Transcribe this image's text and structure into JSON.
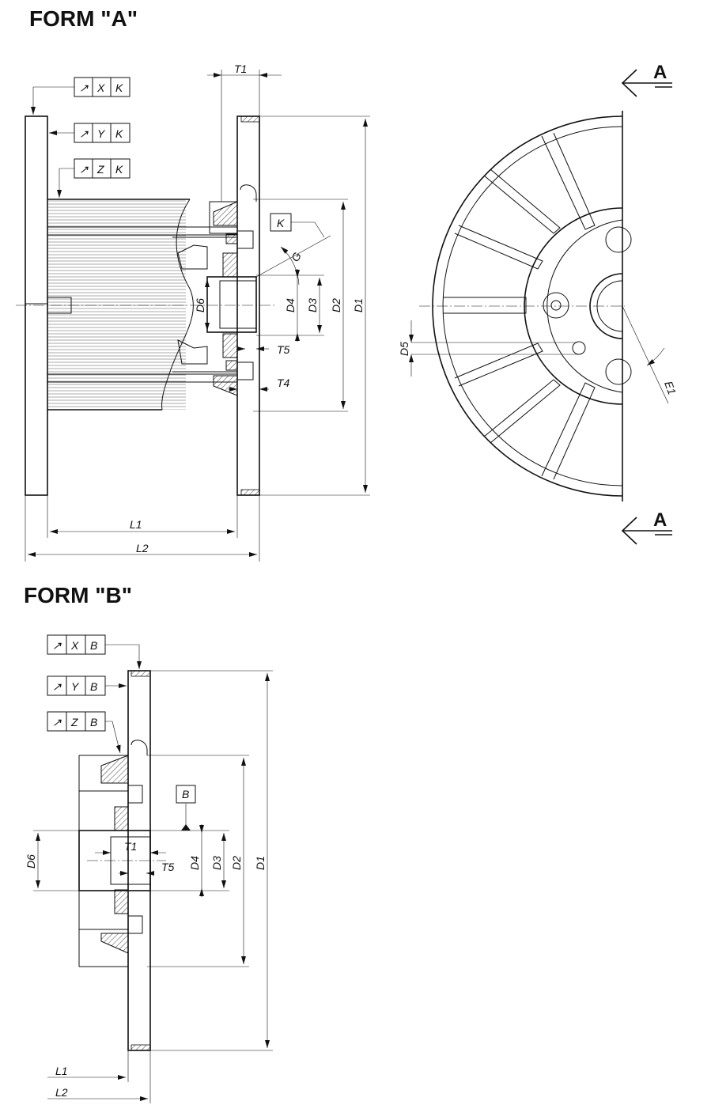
{
  "form_a": {
    "title": "FORM \"A\"",
    "frames": [
      {
        "sym": "↗",
        "ref1": "X",
        "ref2": "K"
      },
      {
        "sym": "↗",
        "ref1": "Y",
        "ref2": "K"
      },
      {
        "sym": "↗",
        "ref1": "Z",
        "ref2": "K"
      }
    ],
    "datum": "K",
    "dims": {
      "T1": "T1",
      "T4": "T4",
      "T5": "T5",
      "D1": "D1",
      "D2": "D2",
      "D3": "D3",
      "D4": "D4",
      "D6": "D6",
      "L1": "L1",
      "L2": "L2",
      "G": "G"
    },
    "side": {
      "D5": "D5",
      "E1": "E1",
      "section": "A"
    }
  },
  "form_b": {
    "title": "FORM \"B\"",
    "frames": [
      {
        "sym": "↗",
        "ref1": "X",
        "ref2": "B"
      },
      {
        "sym": "↗",
        "ref1": "Y",
        "ref2": "B"
      },
      {
        "sym": "↗",
        "ref1": "Z",
        "ref2": "B"
      }
    ],
    "datum": "B",
    "dims": {
      "T1": "T1",
      "T5": "T5",
      "D1": "D1",
      "D2": "D2",
      "D3": "D3",
      "D4": "D4",
      "D6": "D6",
      "L1": "L1",
      "L2": "L2"
    }
  }
}
